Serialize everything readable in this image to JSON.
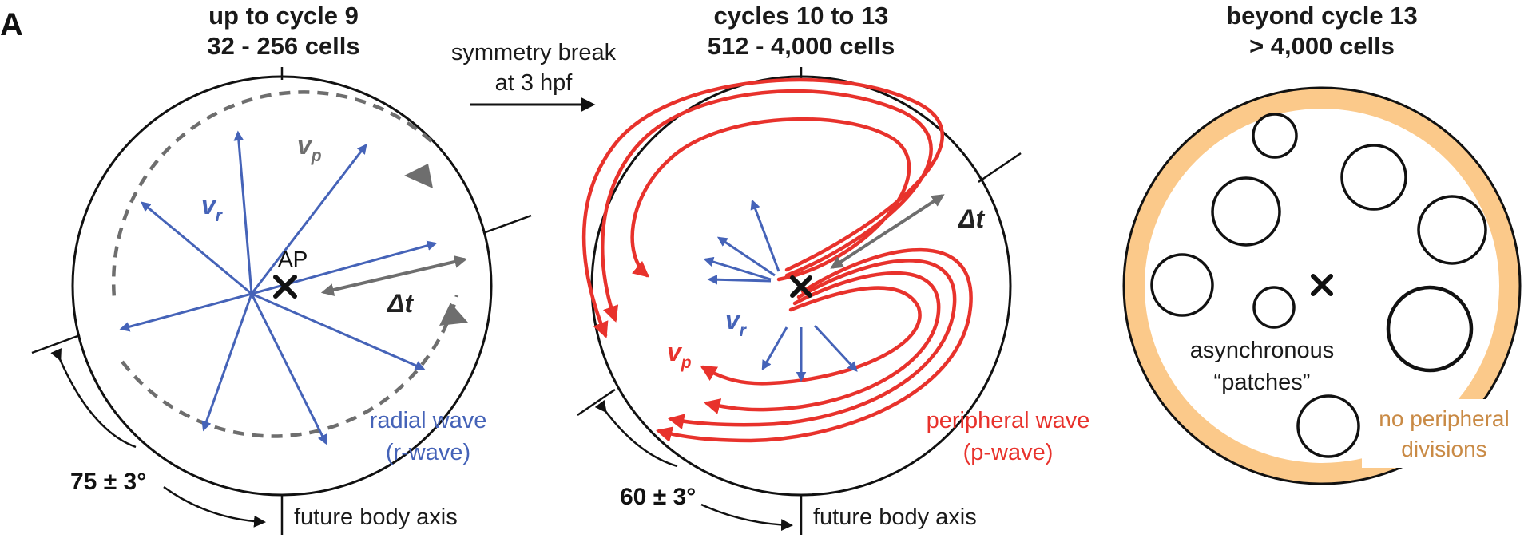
{
  "panel_letter": "A",
  "colors": {
    "radial": "#4563b8",
    "peripheral": "#e8322c",
    "gray": "#6e6e6e",
    "patch_ring": "#fbc98a",
    "no_division_text": "#c98a45"
  },
  "panel1": {
    "title_line1": "up to cycle 9",
    "title_line2": "32 - 256 cells",
    "vr_label": "v",
    "vr_sub": "r",
    "vp_label": "v",
    "vp_sub": "p",
    "ap_label": "AP",
    "dt_label": "Δt",
    "wave_line1": "radial wave",
    "wave_line2": "(r-wave)",
    "angle": "75 ± 3°",
    "axis_label": "future body axis"
  },
  "transition": {
    "line1": "symmetry break",
    "line2": "at 3 hpf"
  },
  "panel2": {
    "title_line1": "cycles 10 to 13",
    "title_line2": "512 - 4,000 cells",
    "dt_label": "Δt",
    "vr_label": "v",
    "vr_sub": "r",
    "vp_label": "v",
    "vp_sub": "p",
    "wave_line1": "peripheral wave",
    "wave_line2": "(p-wave)",
    "angle": "60 ± 3°",
    "axis_label": "future body axis"
  },
  "panel3": {
    "title_line1": "beyond cycle 13",
    "title_line2": "> 4,000 cells",
    "patches_line1": "asynchronous",
    "patches_line2": "“patches”",
    "no_div_line1": "no peripheral",
    "no_div_line2": "divisions"
  }
}
